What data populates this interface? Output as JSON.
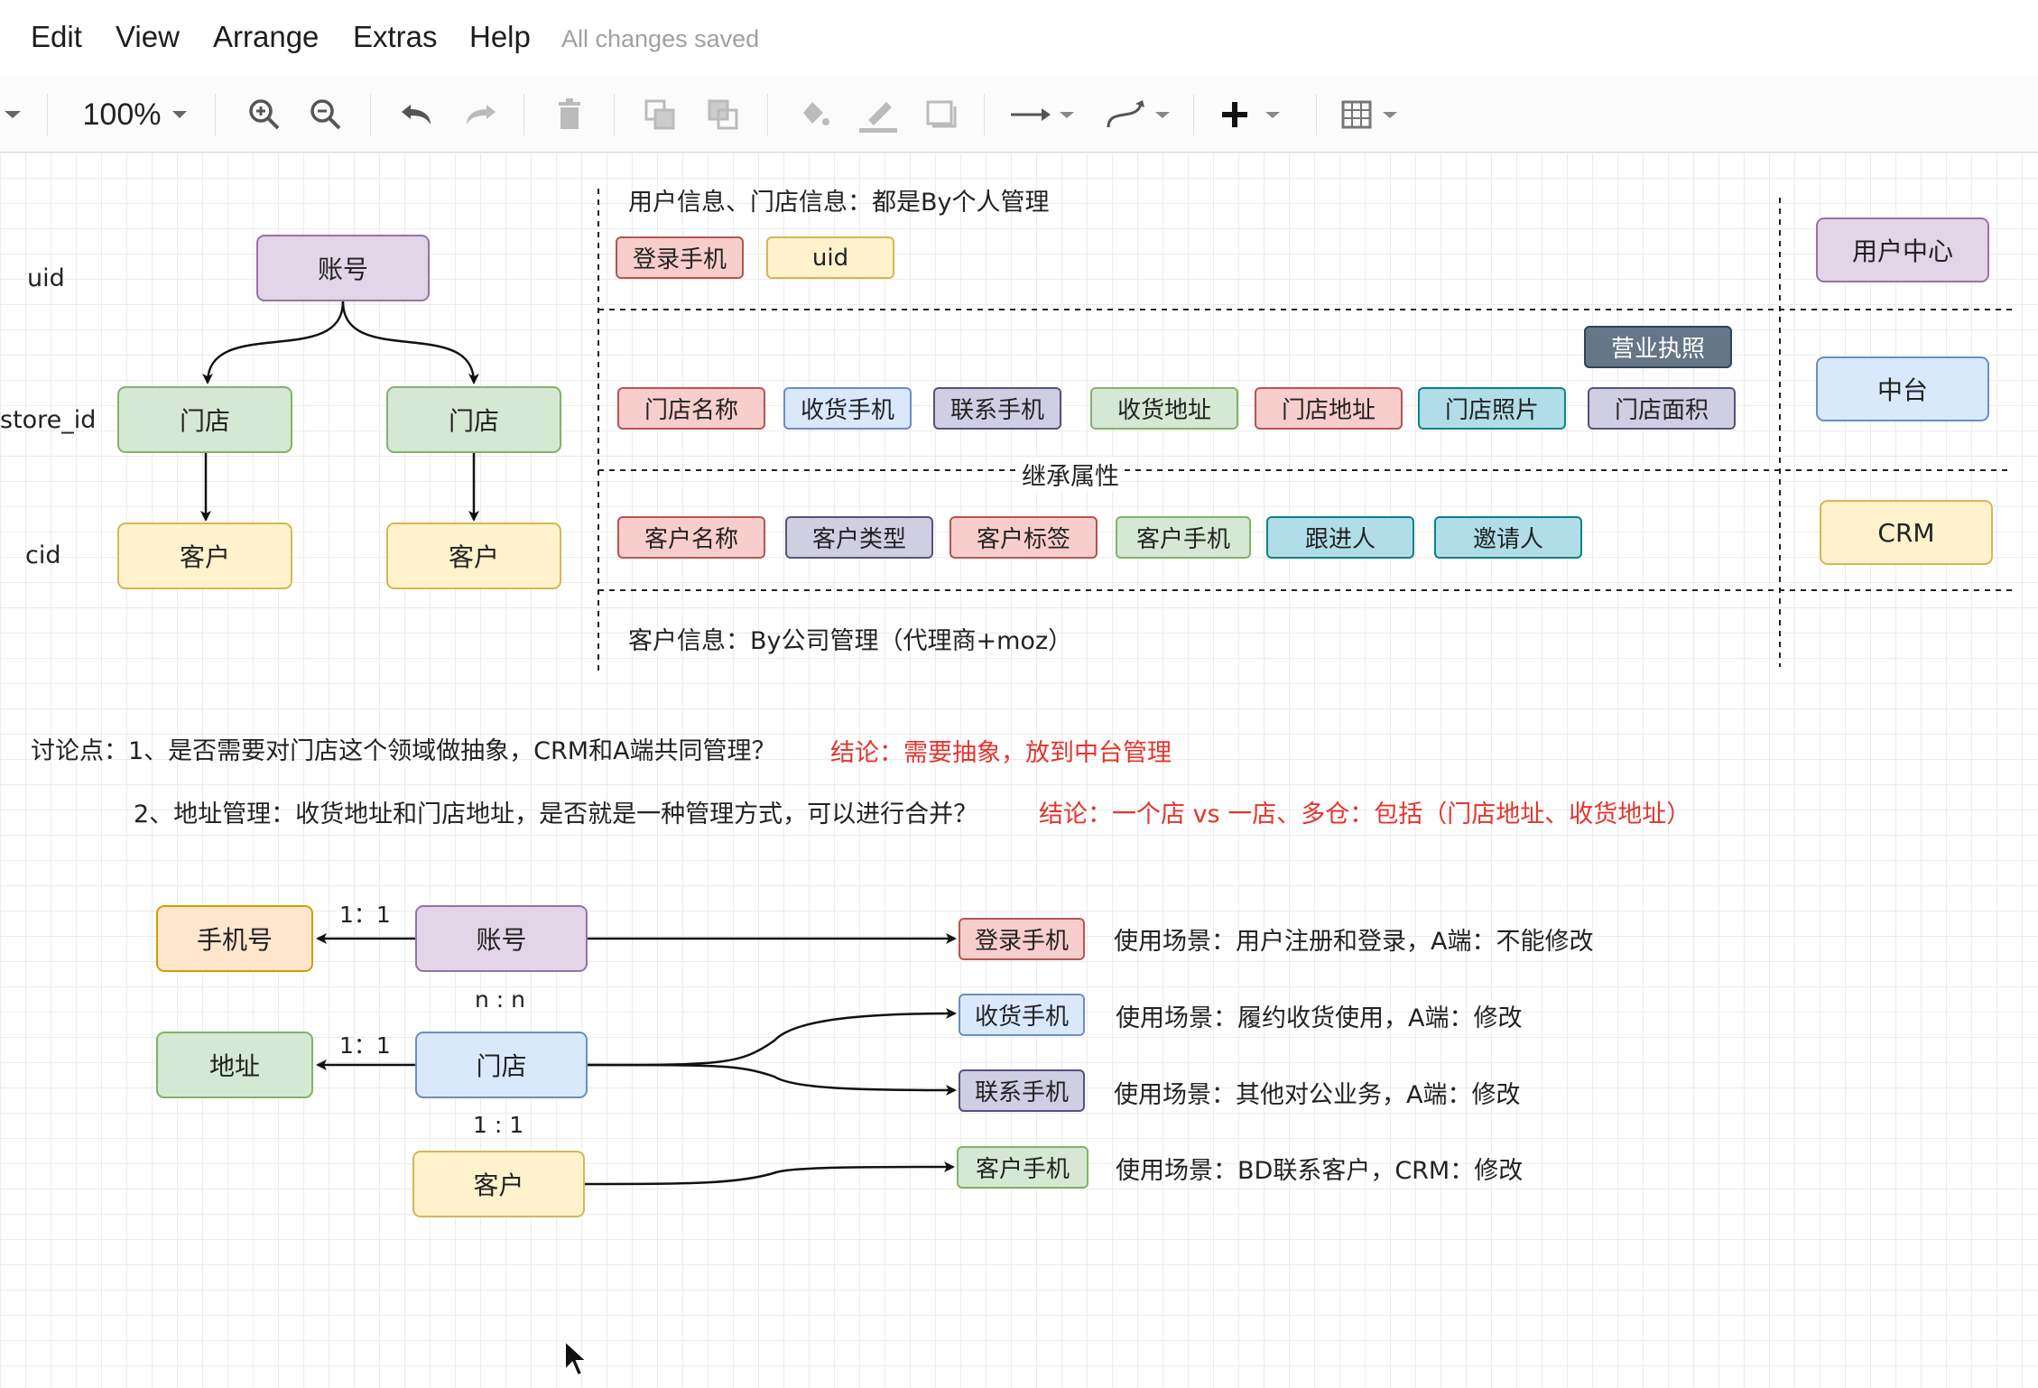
{
  "menu": {
    "edit": "Edit",
    "view": "View",
    "arrange": "Arrange",
    "extras": "Extras",
    "help": "Help",
    "status": "All changes saved"
  },
  "toolbar": {
    "zoom": "100%",
    "icons": [
      "dropdown-icon",
      "zoom-in-icon",
      "zoom-out-icon",
      "undo-icon",
      "redo-icon",
      "delete-icon",
      "to-front-icon",
      "to-back-icon",
      "fill-color-icon",
      "line-color-icon",
      "shadow-icon",
      "connection-icon",
      "waypoints-icon",
      "insert-icon",
      "table-icon"
    ]
  },
  "diagram": {
    "left_labels": {
      "uid": "uid",
      "store_id": "store_id",
      "cid": "cid"
    },
    "tree": {
      "account": "账号",
      "store_left": "门店",
      "store_right": "门店",
      "customer_left": "客户",
      "customer_right": "客户"
    },
    "user_info_title": "用户信息、门店信息：都是By个人管理",
    "user_tags": [
      "登录手机",
      "uid"
    ],
    "store_tags": [
      "门店名称",
      "收货手机",
      "联系手机",
      "收货地址",
      "门店地址",
      "门店照片",
      "门店面积"
    ],
    "license_tag": "营业执照",
    "inherit_label": "继承属性",
    "customer_tags": [
      "客户名称",
      "客户类型",
      "客户标签",
      "客户手机",
      "跟进人",
      "邀请人"
    ],
    "customer_info_title": "客户信息：By公司管理（代理商+moz）",
    "right_nodes": {
      "user_center": "用户中心",
      "middle_platform": "中台",
      "crm": "CRM"
    },
    "discussion": {
      "point1": "讨论点：1、是否需要对门店这个领域做抽象，CRM和A端共同管理？",
      "conclusion1": "结论：需要抽象，放到中台管理",
      "point2": "2、地址管理：收货地址和门店地址，是否就是一种管理方式，可以进行合并？",
      "conclusion2": "结论：一个店 vs 一店、多仓：包括（门店地址、收货地址）"
    },
    "bottom": {
      "phone": "手机号",
      "account": "账号",
      "address": "地址",
      "store": "门店",
      "customer": "客户",
      "rel_phone": "1：1",
      "rel_nn": "n : n",
      "rel_addr": "1：1",
      "rel_11": "1 : 1",
      "targets": [
        {
          "label": "登录手机",
          "desc": "使用场景：用户注册和登录，A端：不能修改"
        },
        {
          "label": "收货手机",
          "desc": "使用场景：履约收货使用，A端：修改"
        },
        {
          "label": "联系手机",
          "desc": "使用场景：其他对公业务，A端：修改"
        },
        {
          "label": "客户手机",
          "desc": "使用场景：BD联系客户，CRM：修改"
        }
      ]
    }
  },
  "colors": {
    "purple": "#e1d5e7",
    "green": "#d5e8d4",
    "yellow": "#fff2cc",
    "red": "#f8cecc",
    "orange": "#ffe6cc",
    "blue": "#dae8fc",
    "gray": "#d0cee2",
    "teal": "#b1dde8",
    "dark": "#647687",
    "conclusion": "#e5342d"
  }
}
